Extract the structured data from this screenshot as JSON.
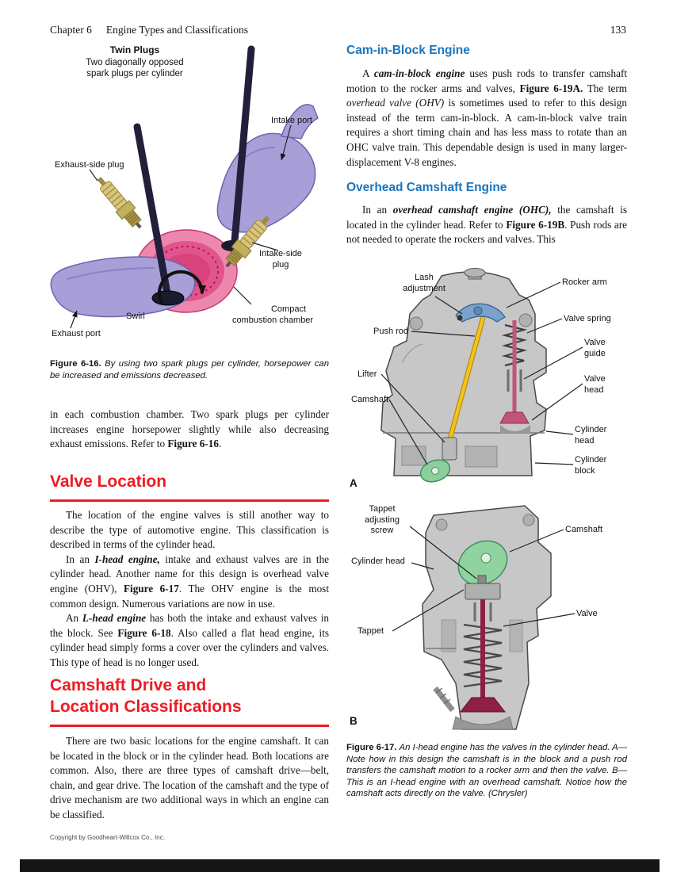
{
  "header": {
    "chapter_label": "Chapter 6",
    "chapter_title": "Engine Types and Classifications",
    "page_number": "133"
  },
  "footer": {
    "copyright": "Copyright by Goodheart-Willcox Co., Inc."
  },
  "colors": {
    "heading_red": "#ed1c24",
    "heading_blue": "#1b75bc"
  },
  "left": {
    "fig16": {
      "title": "Twin Plugs",
      "subtitle_line1": "Two diagonally opposed",
      "subtitle_line2": "spark plugs per cylinder",
      "labels": {
        "intake_port": "Intake port",
        "exhaust_side_plug": "Exhaust-side plug",
        "intake_side_plug": "Intake-side plug",
        "swirl": "Swirl",
        "compact_line1": "Compact",
        "compact_line2": "combustion chamber",
        "exhaust_port": "Exhaust port"
      },
      "caption_label": "Figure 6-16.",
      "caption_text": "By using two spark plugs per cylinder, horsepower can be increased and emissions decreased."
    },
    "para_intro": [
      {
        "t": "in each combustion chamber. Two spark plugs per cylinder increases engine horsepower slightly while also decreasing exhaust emissions. Refer to "
      },
      {
        "t": "Figure 6-16",
        "s": "b"
      },
      {
        "t": "."
      }
    ],
    "heading_valve": "Valve Location",
    "valve_p1": [
      {
        "t": "The location of the engine valves is still another way to describe the type of automotive engine. This classification is described in terms of the cylinder head."
      }
    ],
    "valve_p2": [
      {
        "t": "In an "
      },
      {
        "t": "I-head engine,",
        "s": "bi"
      },
      {
        "t": " intake and exhaust valves are in the cylinder head. Another name for this design is overhead valve engine (OHV), "
      },
      {
        "t": "Figure 6-17",
        "s": "b"
      },
      {
        "t": ". The OHV engine is the most common design. Numerous variations are now in use."
      }
    ],
    "valve_p3": [
      {
        "t": "An "
      },
      {
        "t": "L-head engine",
        "s": "bi"
      },
      {
        "t": " has both the intake and exhaust valves in the block. See "
      },
      {
        "t": "Figure 6-18",
        "s": "b"
      },
      {
        "t": ". Also called a flat head engine, its cylinder head simply forms a cover over the cylinders and valves. This type of head is no longer used."
      }
    ],
    "heading_cam_line1": "Camshaft Drive and",
    "heading_cam_line2": "Location Classifications",
    "cam_p1": [
      {
        "t": "There are two basic locations for the engine camshaft. It can be located in the block or in the cylinder head. Both locations are common. Also, there are three types of camshaft drive—belt, chain, and gear drive. The location of the camshaft and the type of drive mechanism are two additional ways in which an engine can be classified."
      }
    ]
  },
  "right": {
    "heading_cam_in_block": "Cam-in-Block Engine",
    "cam_in_block_p": [
      {
        "t": "A "
      },
      {
        "t": "cam-in-block engine",
        "s": "bi"
      },
      {
        "t": " uses push rods to transfer camshaft motion to the rocker arms and valves, "
      },
      {
        "t": "Figure 6-19A.",
        "s": "b"
      },
      {
        "t": " The term "
      },
      {
        "t": "overhead valve (OHV)",
        "s": "i"
      },
      {
        "t": " is sometimes used to refer to this design instead of the term cam-in-block. A cam-in-block valve train requires a short timing chain and has less mass to rotate than an OHC valve train. This dependable design is used in many larger-displacement V-8 engines."
      }
    ],
    "heading_ohc": "Overhead Camshaft Engine",
    "ohc_p": [
      {
        "t": "In an "
      },
      {
        "t": "overhead camshaft engine (OHC),",
        "s": "bi"
      },
      {
        "t": " the camshaft is located in the cylinder head. Refer to "
      },
      {
        "t": "Figure 6-19B",
        "s": "b"
      },
      {
        "t": ". Push rods are not needed to operate the rockers and valves. This"
      }
    ],
    "fig17a": {
      "marker": "A",
      "labels": {
        "lash_adjustment": "Lash adjustment",
        "rocker_arm": "Rocker arm",
        "valve_spring": "Valve spring",
        "push_rod": "Push rod",
        "valve_guide": "Valve guide",
        "lifter": "Lifter",
        "valve_head": "Valve head",
        "camshaft": "Camshaft",
        "cylinder_head": "Cylinder head",
        "cylinder_block": "Cylinder block"
      }
    },
    "fig17b": {
      "marker": "B",
      "labels": {
        "tappet_adjusting_screw": "Tappet adjusting screw",
        "camshaft": "Camshaft",
        "cylinder_head": "Cylinder head",
        "valve": "Valve",
        "tappet": "Tappet"
      }
    },
    "caption17_label": "Figure 6-17.",
    "caption17_text": "An I-head engine has the valves in the cylinder head. A—Note how in this design the camshaft is in the block and a push rod transfers the camshaft motion to a rocker arm and then the valve. B—This is an I-head engine with an overhead camshaft. Notice how the camshaft acts directly on the valve. (Chrysler)"
  }
}
